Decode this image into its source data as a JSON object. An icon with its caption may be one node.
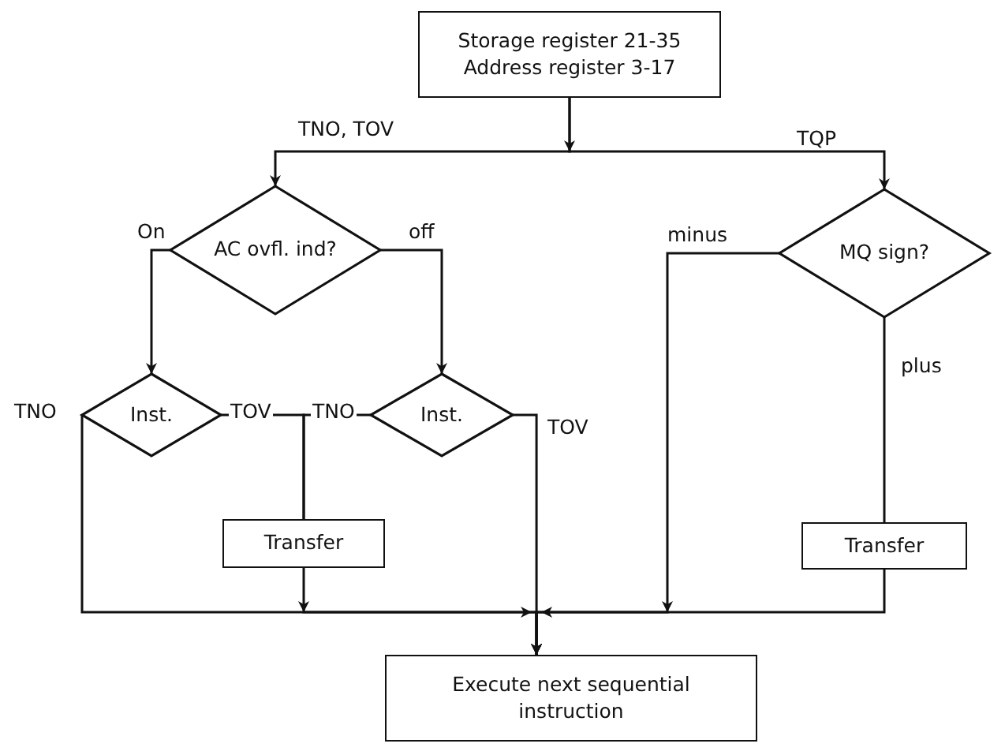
{
  "diagram": {
    "nodes": [
      {
        "text": [
          "Storage register 21-35 Address register 3-17"
        ]
      },
      {
        "text": [
          "AC ovfl. ind?"
        ]
      },
      {
        "text": [
          "MQ sign?"
        ]
      },
      {
        "text": [
          "Inst."
        ]
      },
      {
        "text": [
          "Inst."
        ]
      },
      {
        "text": [
          "Transfer"
        ]
      },
      {
        "text": [
          "Transfer"
        ]
      },
      {
        "text": [
          "Execute next sequential instruction"
        ]
      }
    ],
    "edges": [
      {
        "from": 0,
        "to": 1,
        "arrow": "to",
        "label": "TNO, TOV"
      },
      {
        "from": 0,
        "to": 2,
        "arrow": "to",
        "label": "TQP"
      },
      {
        "from": 1,
        "to": 3,
        "arrow": "to",
        "label": "On"
      },
      {
        "from": 1,
        "to": 4,
        "arrow": "to",
        "label": "off"
      },
      {
        "from": 3,
        "to": 7,
        "arrow": "to",
        "label": "TNO"
      },
      {
        "from": 3,
        "to": 5,
        "arrow": "none",
        "label": "TOV"
      },
      {
        "from": 4,
        "to": 5,
        "arrow": "none",
        "label": "TNO"
      },
      {
        "from": 4,
        "to": 7,
        "arrow": "to",
        "label": "TOV"
      },
      {
        "from": 5,
        "to": 7,
        "arrow": "to"
      },
      {
        "from": 2,
        "to": 7,
        "arrow": "to",
        "label": "minus"
      },
      {
        "from": 2,
        "to": 6,
        "arrow": "none",
        "label": "plus"
      },
      {
        "from": 6,
        "to": 7,
        "arrow": "to"
      }
    ]
  }
}
